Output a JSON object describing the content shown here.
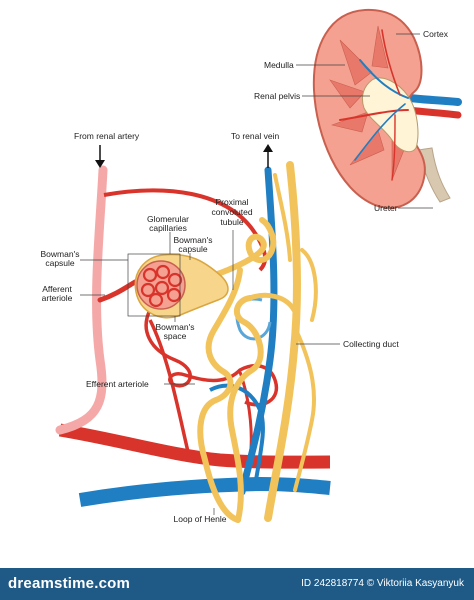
{
  "labels": {
    "cortex": "Cortex",
    "medulla": "Medulla",
    "renal_pelvis": "Renal pelvis",
    "ureter": "Ureter",
    "from_renal_artery": "From renal artery",
    "to_renal_vein": "To renal vein",
    "proximal_1": "Proximal",
    "proximal_2": "convoluted",
    "proximal_3": "tubule",
    "glomerular_1": "Glomerular",
    "glomerular_2": "capillaries",
    "bowmans_capsule_inner_1": "Bowman's",
    "bowmans_capsule_inner_2": "capsule",
    "bowmans_capsule_left_1": "Bowman's",
    "bowmans_capsule_left_2": "capsule",
    "afferent_1": "Afferent",
    "afferent_2": "arteriole",
    "bowmans_space_1": "Bowman's",
    "bowmans_space_2": "space",
    "collecting_duct": "Collecting duct",
    "efferent_arteriole": "Efferent arteriole",
    "loop_of_henle": "Loop of Henle"
  },
  "footer": {
    "brand": "dreamstime.com",
    "credit": "ID 242818774 © Viktoriia Kasyanyuk"
  },
  "colors": {
    "artery": "#d9342b",
    "vein": "#1f7fc2",
    "tubule": "#f2c35a",
    "kidney": "#f08a7a",
    "footer": "#1f5a86"
  }
}
